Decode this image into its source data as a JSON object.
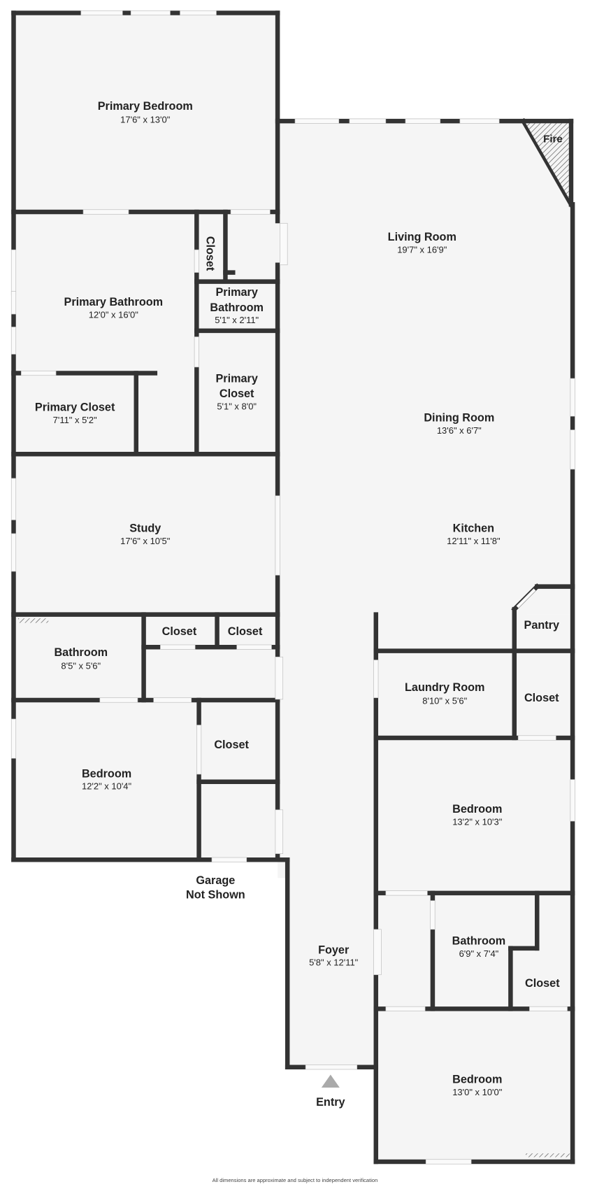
{
  "rooms": [
    {
      "name": "Primary Bedroom",
      "dims": "17'6\" x 13'0\""
    },
    {
      "name": "Living Room",
      "dims": "19'7\" x 16'9\""
    },
    {
      "name": "Closet"
    },
    {
      "name": "Primary Bathroom",
      "dims": "12'0\" x 16'0\""
    },
    {
      "name_line1": "Primary",
      "name_line2": "Bathroom",
      "dims": "5'1\" x 2'11\""
    },
    {
      "name_line1": "Primary",
      "name_line2": "Closet",
      "dims": "5'1\" x 8'0\""
    },
    {
      "name": "Primary Closet",
      "dims": "7'11\" x 5'2\""
    },
    {
      "name": "Dining Room",
      "dims": "13'6\" x 6'7\""
    },
    {
      "name": "Study",
      "dims": "17'6\" x 10'5\""
    },
    {
      "name": "Kitchen",
      "dims": "12'11\" x 11'8\""
    },
    {
      "name": "Closet"
    },
    {
      "name": "Closet"
    },
    {
      "name": "Pantry"
    },
    {
      "name": "Bathroom",
      "dims": "8'5\" x 5'6\""
    },
    {
      "name": "Laundry Room",
      "dims": "8'10\" x 5'6\""
    },
    {
      "name": "Closet"
    },
    {
      "name": "Closet"
    },
    {
      "name": "Bedroom",
      "dims": "12'2\" x 10'4\""
    },
    {
      "name": "Bedroom",
      "dims": "13'2\" x 10'3\""
    },
    {
      "name": "Bathroom",
      "dims": "6'9\" x 7'4\""
    },
    {
      "name": "Foyer",
      "dims": "5'8\" x 12'11\""
    },
    {
      "name": "Closet"
    },
    {
      "name": "Bedroom",
      "dims": "13'0\" x 10'0\""
    }
  ],
  "labels": {
    "fire": "Fire",
    "garage_line1": "Garage",
    "garage_line2": "Not Shown",
    "entry": "Entry"
  },
  "footer": "All dimensions are approximate and subject to independent verification",
  "colors": {
    "wall": "#333333",
    "floor": "#f5f5f5",
    "entry_marker": "#aaaaaa"
  }
}
